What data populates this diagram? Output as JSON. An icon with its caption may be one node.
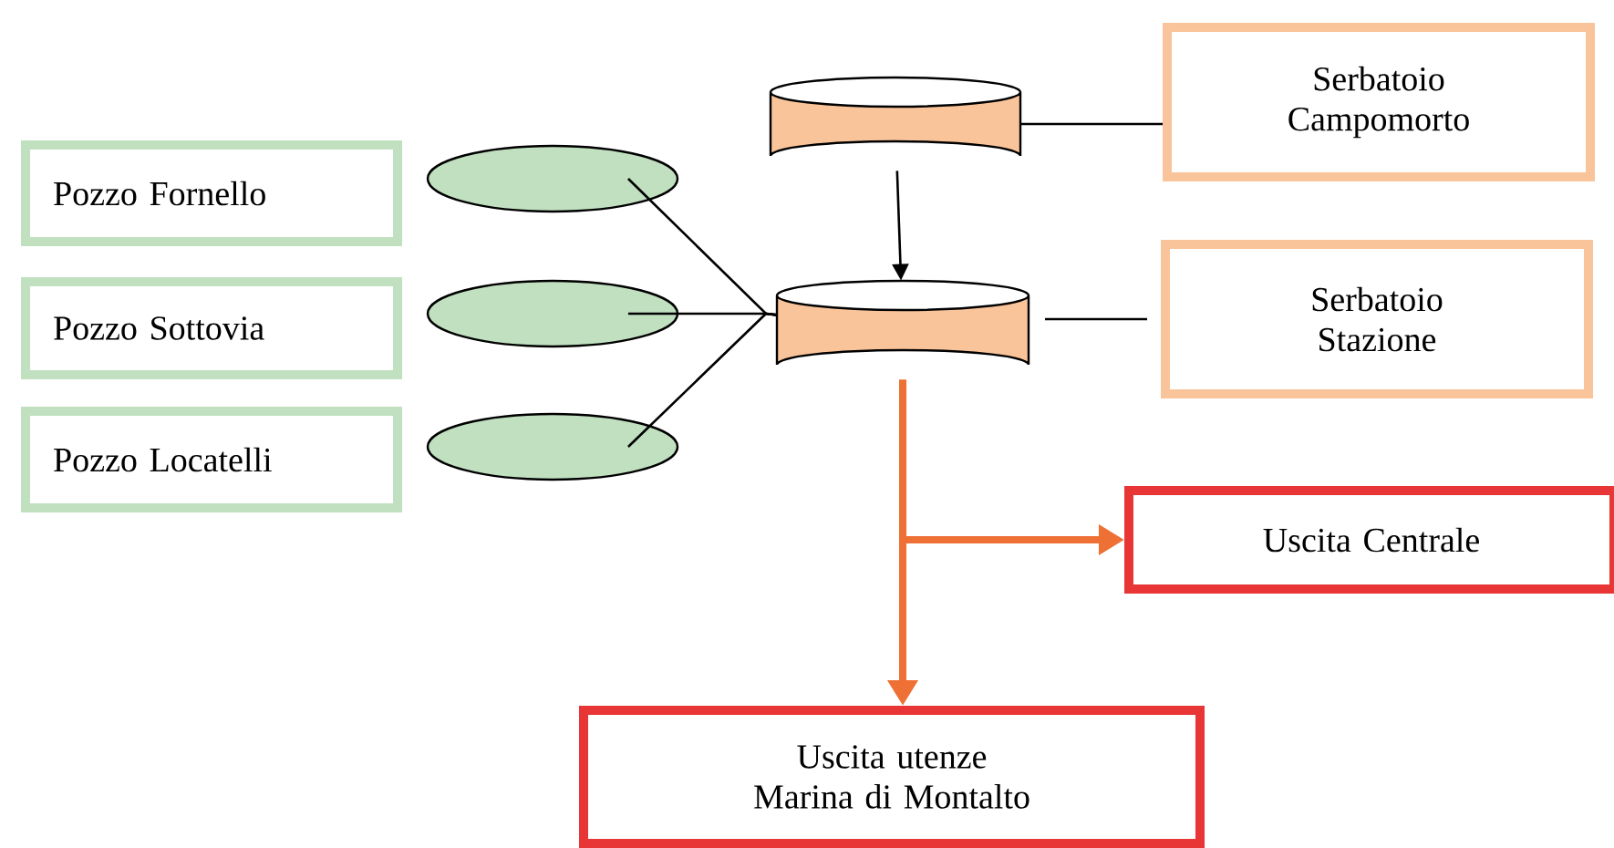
{
  "diagram": {
    "nodes": [
      {
        "text": [
          "Pozzo Fornello"
        ]
      },
      {
        "text": [
          "Pozzo Sottovia"
        ]
      },
      {
        "text": [
          "Pozzo Locatelli"
        ]
      },
      {
        "text": [],
        "shape": "ellipse"
      },
      {
        "text": [],
        "shape": "ellipse"
      },
      {
        "text": [],
        "shape": "ellipse"
      },
      {
        "text": [
          "Serbatoio Campomorto"
        ]
      },
      {
        "text": [],
        "shape": "cylinder"
      },
      {
        "text": [],
        "shape": "cylinder"
      },
      {
        "text": [
          "Serbatoio Stazione"
        ]
      },
      {
        "text": [
          "Uscita Centrale"
        ]
      },
      {
        "text": [
          "Uscita utenze Marina di Montalto"
        ]
      }
    ],
    "edges": [
      {
        "from": 3,
        "to": 8,
        "arrow": "none"
      },
      {
        "from": 4,
        "to": 8,
        "arrow": "none"
      },
      {
        "from": 5,
        "to": 8,
        "arrow": "none"
      },
      {
        "from": 7,
        "to": 6,
        "arrow": "none"
      },
      {
        "from": 7,
        "to": 8,
        "arrow": "to"
      },
      {
        "from": 8,
        "to": 9,
        "arrow": "none"
      },
      {
        "from": 8,
        "to": 10,
        "arrow": "to",
        "style": "thick",
        "color": "#ee7035"
      },
      {
        "from": 8,
        "to": 11,
        "arrow": "to",
        "style": "thick",
        "color": "#ee7035"
      }
    ]
  }
}
